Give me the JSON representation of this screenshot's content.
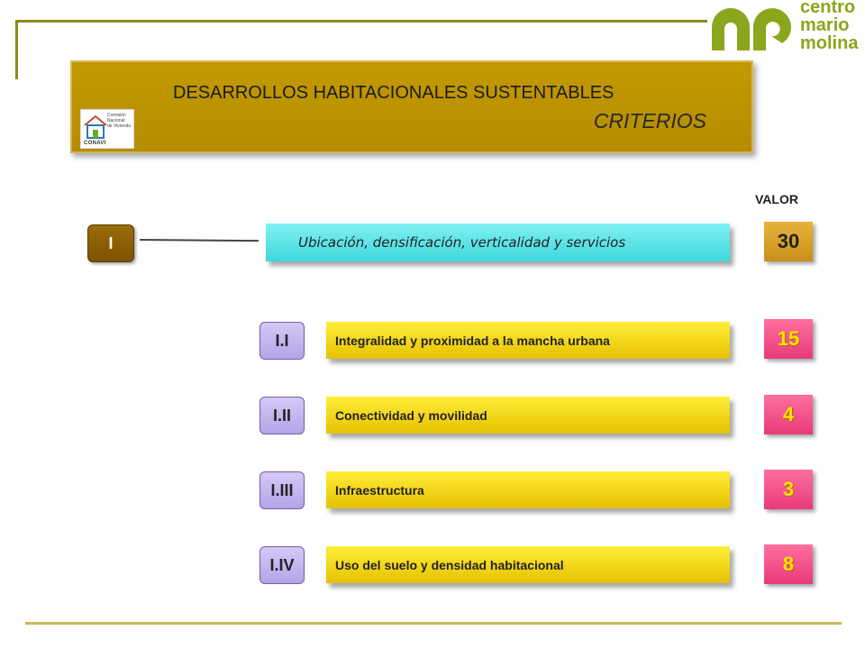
{
  "logo": {
    "lines": [
      "centro",
      "mario",
      "molina"
    ],
    "color": "#8aa61c"
  },
  "conavi": {
    "lines": [
      "Comisión",
      "Nacional",
      "de Vivienda"
    ],
    "brand": "CONAVI"
  },
  "title": {
    "main": "DESARROLLOS HABITACIONALES SUSTENTABLES",
    "sub": "CRITERIOS"
  },
  "valor_label": "VALOR",
  "main_criterion": {
    "code": "I",
    "label": "Ubicación, densificación, verticalidad y servicios",
    "value": "30"
  },
  "sub_criteria": [
    {
      "code": "I.I",
      "label": "Integralidad y proximidad a la mancha urbana",
      "value": "15"
    },
    {
      "code": "I.II",
      "label": "Conectividad y movilidad",
      "value": "4"
    },
    {
      "code": "I.III",
      "label": "Infraestructura",
      "value": "3"
    },
    {
      "code": "I.IV",
      "label": "Uso del suelo y densidad habitacional",
      "value": "8"
    }
  ]
}
